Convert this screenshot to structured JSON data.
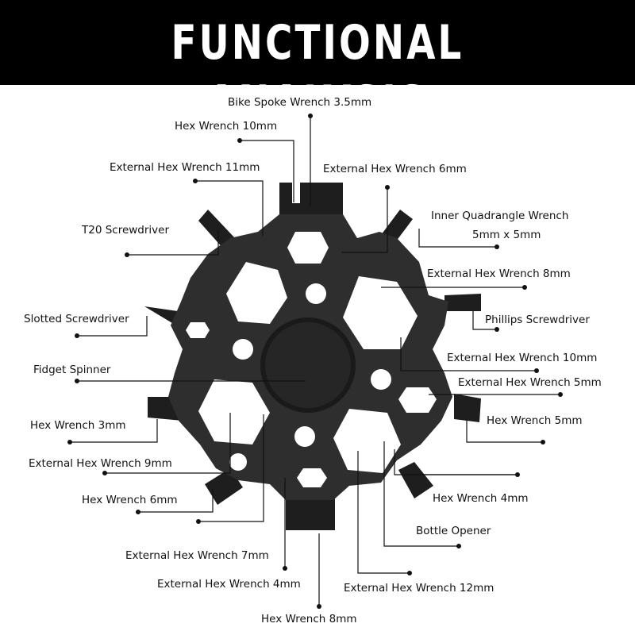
{
  "header": {
    "title": "FUNCTIONAL ANALYSIS"
  },
  "colors": {
    "banner": "#000000",
    "banner_text": "#ffffff",
    "tool": "#2b2b2b",
    "leader": "#111111"
  },
  "labels": {
    "bike_spoke_wrench": "Bike Spoke Wrench 3.5mm",
    "hex_wrench_10": "Hex Wrench 10mm",
    "ext_hex_11": "External Hex Wrench 11mm",
    "ext_hex_6": "External Hex Wrench 6mm",
    "t20": "T20 Screwdriver",
    "inner_quad_1": "Inner Quadrangle Wrench",
    "inner_quad_2": "5mm x 5mm",
    "ext_hex_8": "External Hex Wrench 8mm",
    "slotted": "Slotted Screwdriver",
    "phillips": "Phillips Screwdriver",
    "ext_hex_10": "External Hex Wrench 10mm",
    "fidget": "Fidget Spinner",
    "ext_hex_5": "External Hex Wrench 5mm",
    "hex_wrench_5": "Hex Wrench 5mm",
    "hex_wrench_3": "Hex Wrench 3mm",
    "ext_hex_9": "External Hex Wrench 9mm",
    "hex_wrench_6": "Hex Wrench 6mm",
    "hex_wrench_4": "Hex Wrench 4mm",
    "bottle_opener": "Bottle Opener",
    "ext_hex_7": "External Hex Wrench 7mm",
    "ext_hex_4": "External Hex Wrench 4mm",
    "ext_hex_12": "External Hex Wrench 12mm",
    "hex_wrench_8": "Hex Wrench 8mm"
  }
}
